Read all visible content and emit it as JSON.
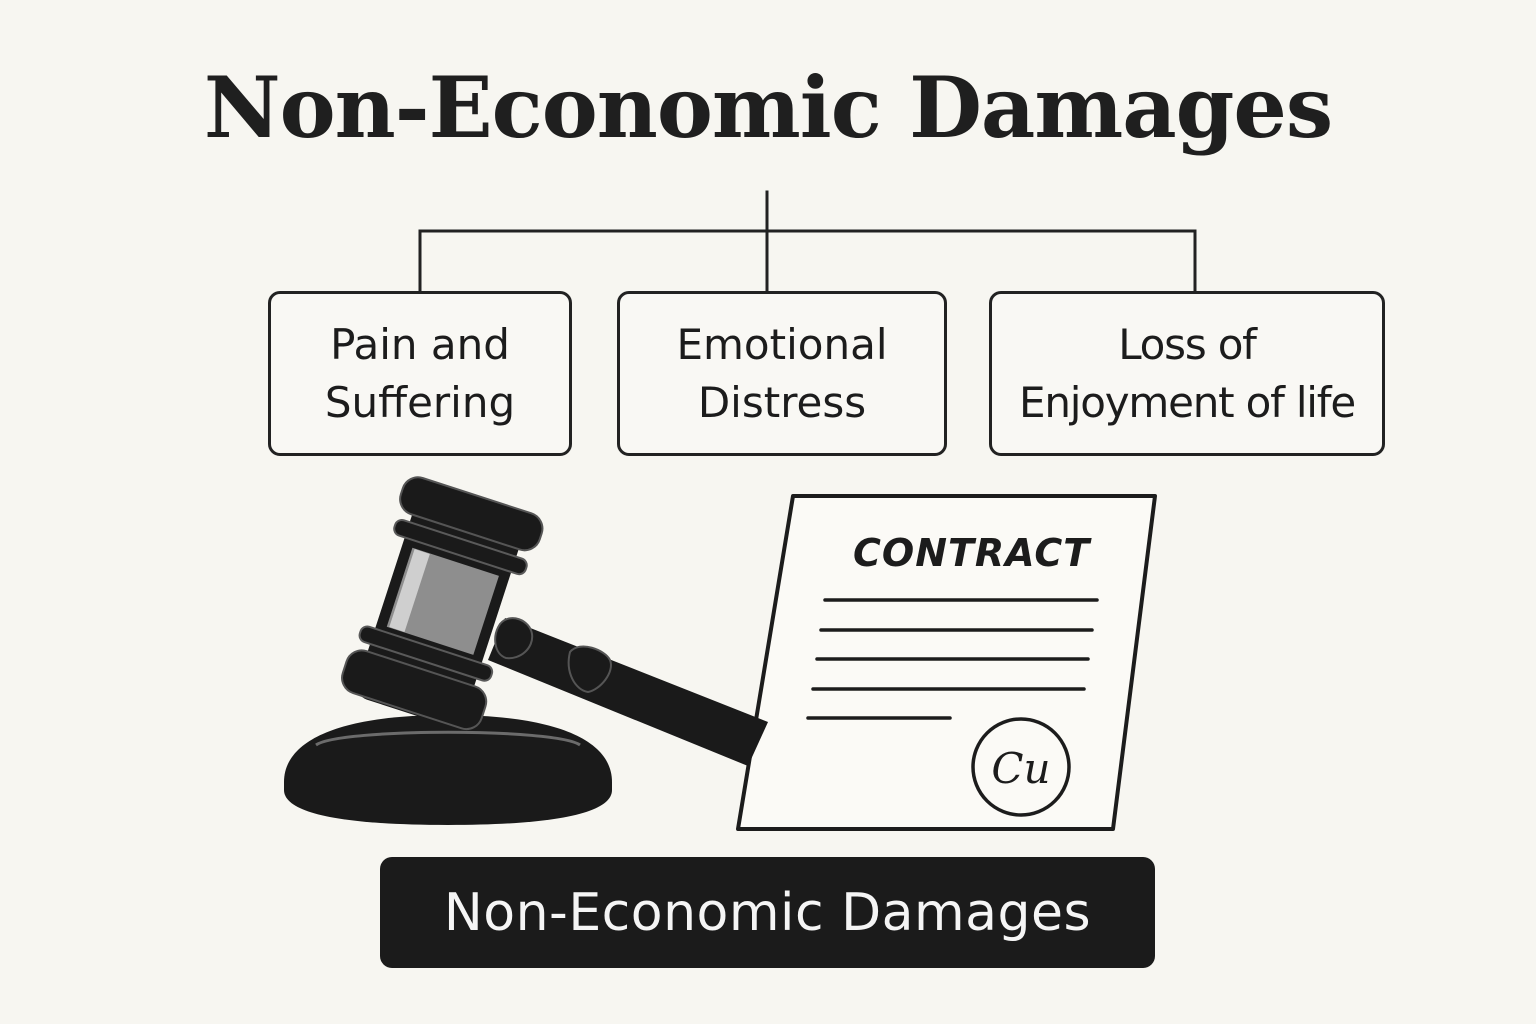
{
  "title": "Non-Economic Damages",
  "categories": [
    {
      "label": "Pain and\nSuffering"
    },
    {
      "label": "Emotional\nDistress"
    },
    {
      "label": "Loss of\nEnjoyment of life"
    }
  ],
  "contract": {
    "heading": "CONTRACT",
    "signature": "Cu"
  },
  "banner": "Non-Economic Damages",
  "colors": {
    "background": "#f7f6f1",
    "ink": "#1c1c1c",
    "gavel_band": "#8e8e8e",
    "banner_bg": "#1b1b1b",
    "banner_text": "#f5f5f5"
  },
  "icons": [
    "gavel-icon",
    "sound-block-icon",
    "contract-document-icon",
    "signature-seal-icon"
  ]
}
